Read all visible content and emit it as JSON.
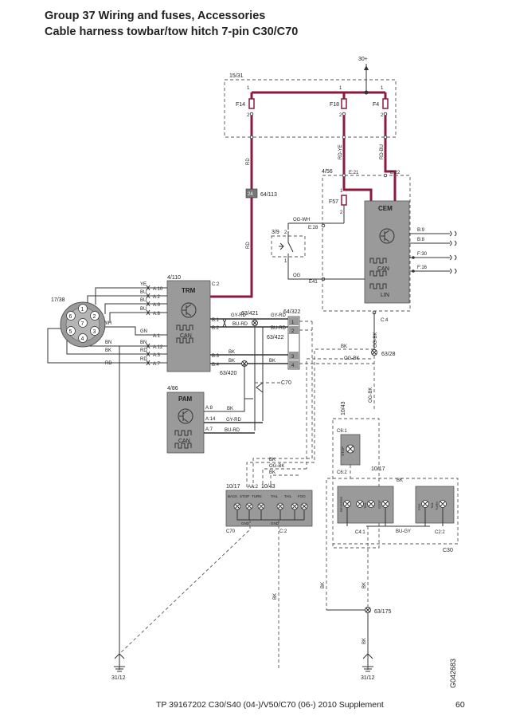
{
  "header": {
    "title": "Group 37 Wiring and fuses, Accessories",
    "subtitle": "Cable harness towbar/tow hitch 7-pin C30/C70"
  },
  "footer": {
    "text": "TP 39167202 C30/S40 (04-)/V50/C70 (06-) 2010 Supplement",
    "page": "60"
  },
  "figure_code": "G042683",
  "colors": {
    "line": "#333333",
    "power": "#8b1a3c",
    "box": "#9a9a9a",
    "dashed": "#555555"
  },
  "supply": "30+",
  "fuse_box": {
    "id": "15/31",
    "fuses": [
      {
        "label": "F14",
        "pin_in": "1",
        "pin_out": "2"
      },
      {
        "label": "F18",
        "pin_in": "1",
        "pin_out": "2"
      },
      {
        "label": "F4",
        "pin_in": "1",
        "pin_out": "2"
      }
    ]
  },
  "wire_colors": {
    "rd": "RD",
    "rd_ye": "RD-YE",
    "rd_bu": "RD-BU",
    "og_wh": "OG-WH",
    "og": "OG",
    "og_bk": "OG-BK",
    "bk": "BK",
    "bu_gy": "BU-GY",
    "gy_rd": "GY-RD",
    "bu_rd": "BU-RD",
    "ye": "YE",
    "bu": "BU",
    "gn": "GN",
    "bn": "BN",
    "wh": "WH"
  },
  "cem_box": {
    "id": "4/56",
    "pin_e21": "E:21",
    "pin_e22": "E:22",
    "pin_e28": "E:28",
    "pin_e41": "E41",
    "pin_c4": "C:4",
    "fuse": {
      "label": "F57",
      "pin_in": "1",
      "pin_out": "2"
    },
    "module": "CEM",
    "pins": [
      "B:9",
      "B:8",
      "F:30",
      "F:16"
    ],
    "can": "CAN",
    "lin": "LIN"
  },
  "connector_64_113": {
    "id": "64/113",
    "pin": "24"
  },
  "switch": {
    "id": "3/9",
    "pin2": "2",
    "pin1": "1"
  },
  "trm": {
    "id": "4/110",
    "name": "TRM",
    "can": "CAN",
    "pins_left": [
      "A:10",
      "A:2",
      "A:6",
      "A:8",
      "A:1",
      "A:12",
      "A:3",
      "A:7"
    ],
    "pins_right": [
      "C:2",
      "B:1",
      "B:2",
      "B:3",
      "B:4"
    ]
  },
  "socket": {
    "id": "17/38",
    "pins": [
      "1",
      "2",
      "3",
      "4",
      "5",
      "6",
      "7"
    ]
  },
  "splices": {
    "s63_421": "63/421",
    "s63_422": "63/422",
    "s63_420": "63/420",
    "s63_28": "63/28",
    "s63_175": "63/175"
  },
  "connector_64_322": {
    "id": "64/322",
    "pins": [
      "1",
      "2",
      "3",
      "4"
    ]
  },
  "c70_label": "C70",
  "c30_label": "C30",
  "pam": {
    "id": "4/86",
    "name": "PAM",
    "can": "CAN",
    "pins": [
      "A:8",
      "A:14",
      "A:7"
    ]
  },
  "lamp_10_43": {
    "id": "10/43",
    "pin1": "C6:1",
    "pin2": "C6:2",
    "name": "STOP"
  },
  "c70_lights": {
    "id1": "10/17",
    "id2": "10/43",
    "pin_top": "AA:2",
    "pin_bottom": "C:2",
    "gnd": "GND",
    "lamps": [
      "BACK",
      "STOP",
      "TURN",
      "TAIL",
      "TAIL",
      "FOG"
    ]
  },
  "c30_lights": {
    "id": "10/17",
    "pin_left": "C4:1",
    "pin_right": "C2:2",
    "lamps": [
      "REVERSE",
      "TAIL",
      "STOP",
      "TAIL",
      "FOG",
      "TURN"
    ]
  },
  "grounds": {
    "left": "31/12",
    "right": "31/12"
  }
}
